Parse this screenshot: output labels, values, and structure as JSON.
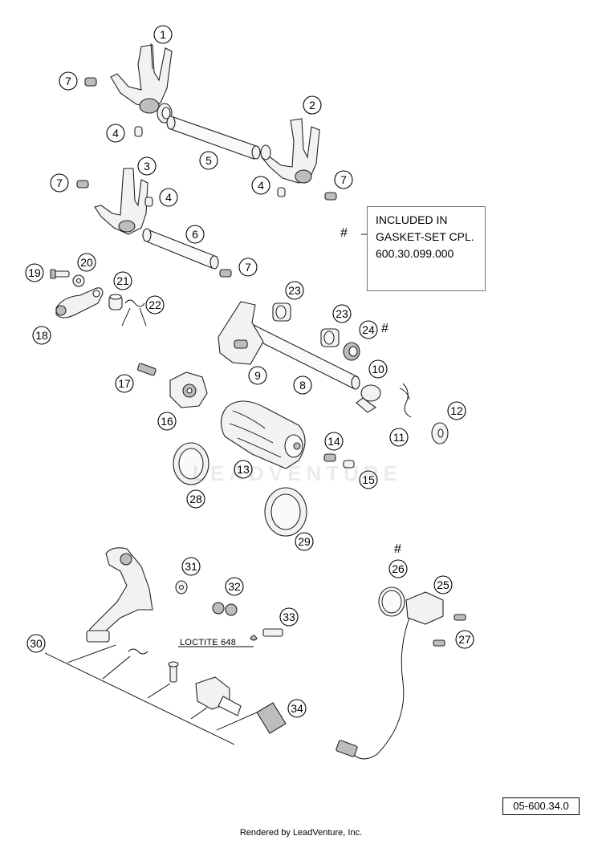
{
  "note": {
    "marker": "#",
    "lines": [
      "INCLUDED IN",
      "GASKET-SET CPL.",
      "600.30.099.000"
    ]
  },
  "hash_marks": [
    "#",
    "#",
    "#"
  ],
  "loctite_label": "LOCTITE 648",
  "reference_number": "05-600.34.0",
  "footer": "Rendered by LeadVenture, Inc.",
  "watermark": "LEADVENTURE",
  "callouts": [
    "1",
    "2",
    "3",
    "4",
    "4",
    "4",
    "5",
    "6",
    "7",
    "7",
    "7",
    "7",
    "8",
    "9",
    "10",
    "11",
    "12",
    "13",
    "14",
    "15",
    "16",
    "17",
    "18",
    "19",
    "20",
    "21",
    "22",
    "23",
    "23",
    "24",
    "25",
    "26",
    "27",
    "28",
    "29",
    "30",
    "31",
    "32",
    "33",
    "34"
  ]
}
